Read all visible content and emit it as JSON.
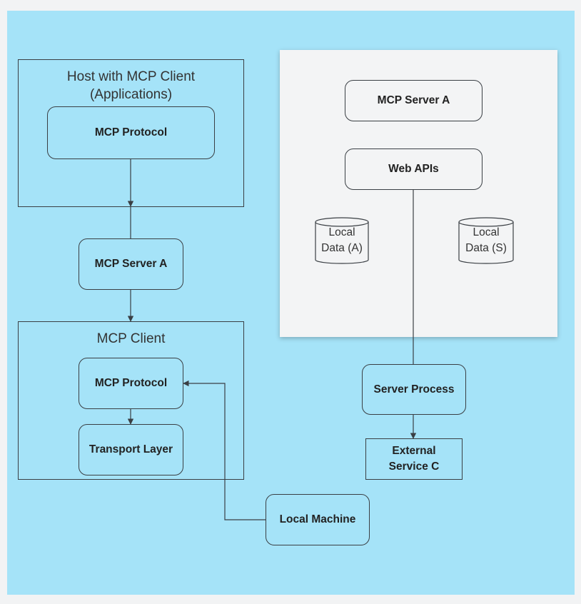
{
  "host_frame": {
    "title_line1": "Host with MCP Client",
    "title_line2": "(Applications)"
  },
  "host_protocol": "MCP Protocol",
  "mcp_server_a_mid": "MCP Server A",
  "client_frame": {
    "title": "MCP Client"
  },
  "client_protocol": "MCP Protocol",
  "transport_layer": "Transport Layer",
  "local_machine": "Local Machine",
  "server_panel": {
    "server_a": "MCP Server A",
    "web_apis": "Web APIs",
    "local_data_a": {
      "line1": "Local",
      "line2": "Data (A)"
    },
    "local_data_s": {
      "line1": "Local",
      "line2": "Data (S)"
    }
  },
  "server_process": "Server Process",
  "external_service": {
    "line1": "External",
    "line2": "Service C"
  },
  "colors": {
    "canvas": "#a5e3f8",
    "panel": "#f3f4f5",
    "stroke": "#3a3f44"
  }
}
